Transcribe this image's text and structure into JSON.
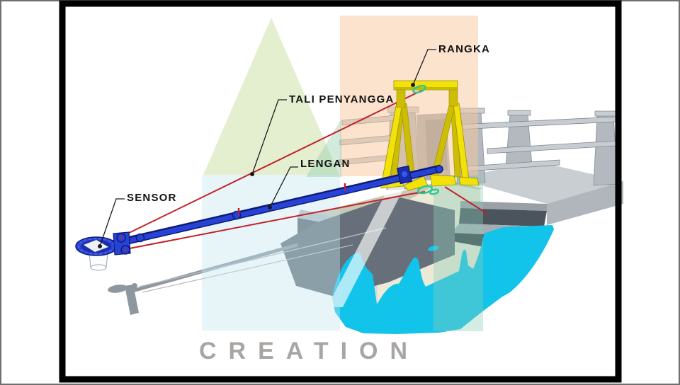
{
  "labels": {
    "sensor": "SENSOR",
    "tali_penyangga": "TALI PENYANGGA",
    "lengan": "LENGAN",
    "rangka": "RANGKA"
  },
  "watermark": {
    "text": "CREATION"
  },
  "colors": {
    "arm_blue": "#2743d6",
    "arm_outline": "#0e1a78",
    "frame_yellow": "#f2e20a",
    "rope_red": "#c2222a",
    "water_cyan": "#12c3ea",
    "dock_gray": "#c9ced3",
    "wall_beige": "#ece9d6",
    "shadow_gray": "#67707a",
    "carabiner_green": "#2ec98f",
    "watermark_green": "#cde0a8",
    "watermark_peach": "#f7c79d",
    "watermark_cyan": "#c4e6f0",
    "watermark_teal": "#8ccdb9",
    "watermark_gray": "#a9a5a3",
    "border_black": "#000000",
    "border_outer_gray": "#6f6f6f"
  }
}
